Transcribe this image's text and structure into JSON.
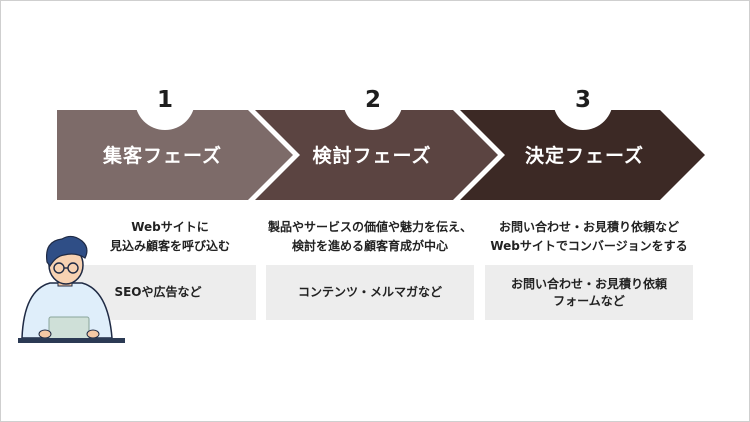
{
  "stages": [
    {
      "number": "1",
      "title": "集客フェーズ",
      "desc_lines": [
        "Webサイトに",
        "見込み顧客を呼び込む"
      ],
      "box_lines": [
        "SEOや広告など"
      ],
      "color": "#7d6b69"
    },
    {
      "number": "2",
      "title": "検討フェーズ",
      "desc_lines": [
        "製品やサービスの価値や魅力を伝え、",
        "検討を進める顧客育成が中心"
      ],
      "box_lines": [
        "コンテンツ・メルマガなど"
      ],
      "color": "#5b4441"
    },
    {
      "number": "3",
      "title": "決定フェーズ",
      "desc_lines": [
        "お問い合わせ・お見積り依頼など",
        "Webサイトでコンバージョンをする"
      ],
      "box_lines": [
        "お問い合わせ・お見積り依頼",
        "フォームなど"
      ],
      "color": "#3c2925"
    }
  ],
  "colors": {
    "box_bg": "#ededed",
    "person_hair": "#2f4e86",
    "person_shirt": "#dfeefa",
    "desk": "#2b3a54",
    "laptop": "#cfe0d8"
  },
  "icons": {
    "person": "person-at-laptop-icon"
  }
}
